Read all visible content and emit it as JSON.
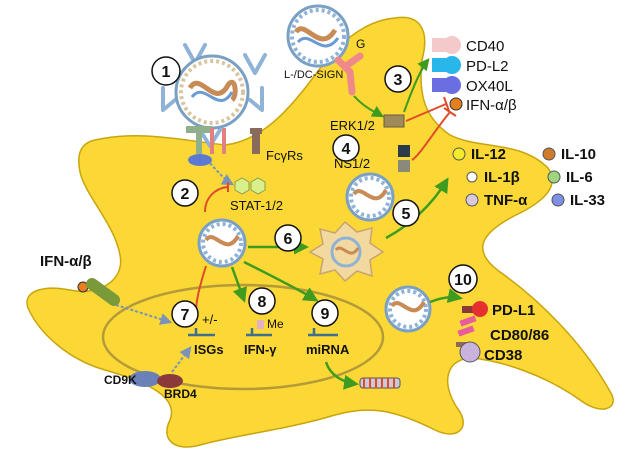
{
  "steps": [
    "1",
    "2",
    "3",
    "4",
    "5",
    "6",
    "7",
    "8",
    "9",
    "10"
  ],
  "labels": {
    "g": "G",
    "l_dc_sign": "L-/DC-SIGN",
    "fcgr": "FcγRs",
    "erk": "ERK1/2",
    "ns": "NS1/2",
    "stat": "STAT-1/2",
    "ifn_ab_left": "IFN-α/β",
    "plus_minus": "+/-",
    "me": "Me",
    "isgs": "ISGs",
    "ifn_g": "IFN-γ",
    "mirna": "miRNA",
    "cd9k": "CD9K",
    "brd4": "BRD4"
  },
  "surface_markers": [
    {
      "name": "CD40",
      "color": "#f3c9c9"
    },
    {
      "name": "PD-L2",
      "color": "#29b6e8"
    },
    {
      "name": "OX40L",
      "color": "#6a6ee0"
    },
    {
      "name": "IFN-α/β",
      "color": "#e87f1f"
    }
  ],
  "cytokines": [
    {
      "name": "IL-12",
      "color": "#f4ec2a"
    },
    {
      "name": "IL-10",
      "color": "#d07a2c"
    },
    {
      "name": "IL-1β",
      "color": "#ffffff"
    },
    {
      "name": "IL-6",
      "color": "#9fd57e"
    },
    {
      "name": "TNF-α",
      "color": "#d9c9e0"
    },
    {
      "name": "IL-33",
      "color": "#7f8fe6"
    }
  ],
  "coreceptors": [
    {
      "name": "PD-L1",
      "color": "#e63030"
    },
    {
      "name": "CD80/86",
      "color": "#e85ca0"
    },
    {
      "name": "CD38",
      "color": "#c9b3dc"
    }
  ],
  "colors": {
    "cell_fill": "#fbd835",
    "cell_stroke": "#c9a40e",
    "nucleus_stroke": "#b59a3a",
    "activate_arrow": "#3e9b1f",
    "inhibit_arrow": "#e04b2a",
    "receptor": "#f08a8a"
  }
}
